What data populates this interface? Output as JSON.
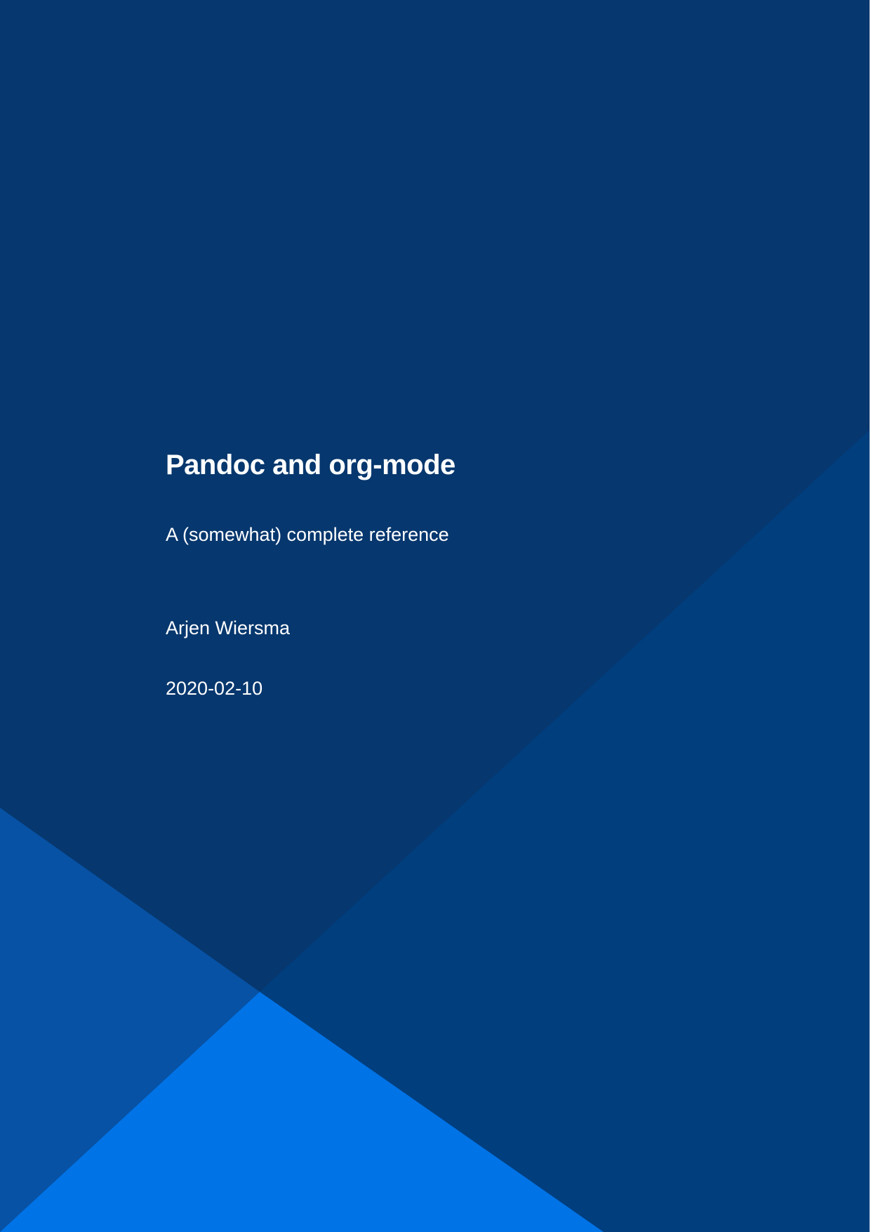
{
  "document": {
    "title": "Pandoc and org-mode",
    "subtitle": "A (somewhat) complete reference",
    "author": "Arjen Wiersma",
    "date": "2020-02-10"
  },
  "colors": {
    "background_dark": "#06376e",
    "panel_right": "#003e7e",
    "panel_left": "#0752a5",
    "panel_bottom": "#0073e6",
    "text": "#ffffff"
  }
}
